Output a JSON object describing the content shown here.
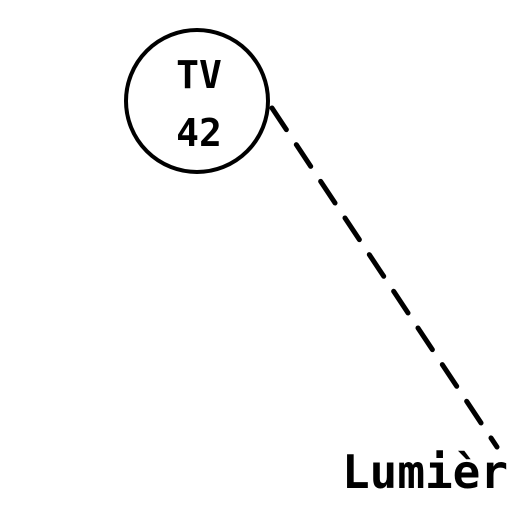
{
  "node": {
    "line1": "TV",
    "line2": "42"
  },
  "target_label": "Lumièr",
  "colors": {
    "stroke": "#000000",
    "background": "#ffffff"
  }
}
